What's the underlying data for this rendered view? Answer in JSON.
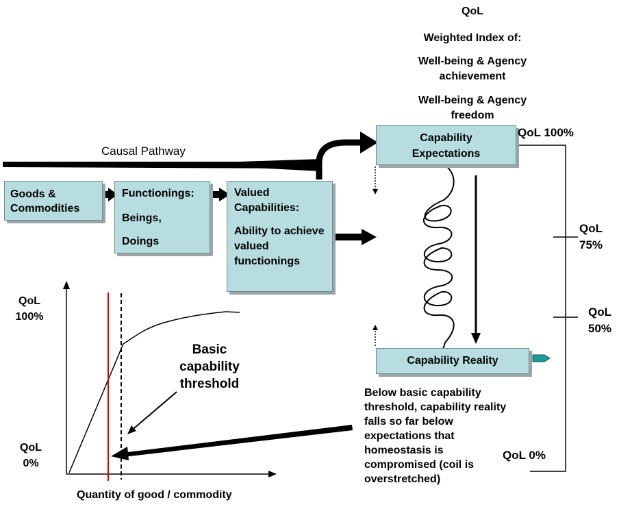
{
  "header": {
    "qol": "QoL",
    "weighted_index": "Weighted Index of:",
    "achievement": "Well-being & Agency achievement",
    "freedom": "Well-being & Agency freedom"
  },
  "causal_pathway": "Causal Pathway",
  "boxes": {
    "goods": "Goods & Commodities",
    "functionings_title": "Functionings:",
    "beings": "Beings,",
    "doings": "Doings",
    "valued_title": "Valued Capabilities:",
    "valued_body": "Ability to achieve valued functionings",
    "expectations": "Capability Expectations",
    "reality": "Capability Reality"
  },
  "scale": {
    "q100": "QoL 100%",
    "q75": "QoL 75%",
    "q50": "QoL 50%",
    "q0": "QoL 0%"
  },
  "graph": {
    "y_top": "QoL 100%",
    "y_bottom": "QoL 0%",
    "x_label": "Quantity of good / commodity",
    "threshold": "Basic capability threshold"
  },
  "note": "Below basic capability threshold, capability reality falls so far below expectations that homeostasis is compromised (coil is overstretched)",
  "colors": {
    "box_fill": "#b7dde0",
    "red_line": "#e00000",
    "teal_arrow": "#1e9a9a"
  }
}
